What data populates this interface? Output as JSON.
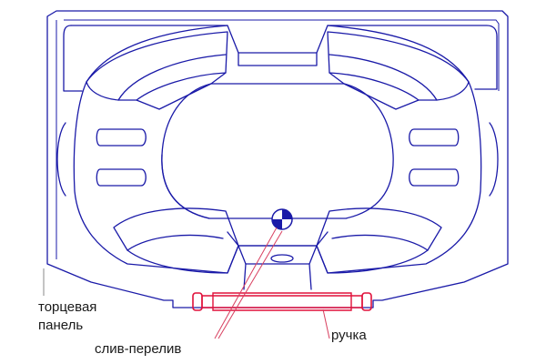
{
  "labels": {
    "end_panel_line1": "торцевая",
    "end_panel_line2": "панель",
    "drain_overflow": "слив-перелив",
    "handle": "ручка"
  },
  "colors": {
    "outline": "#1a1aa8",
    "handle": "#e0103a",
    "text": "#1a1a1a"
  }
}
